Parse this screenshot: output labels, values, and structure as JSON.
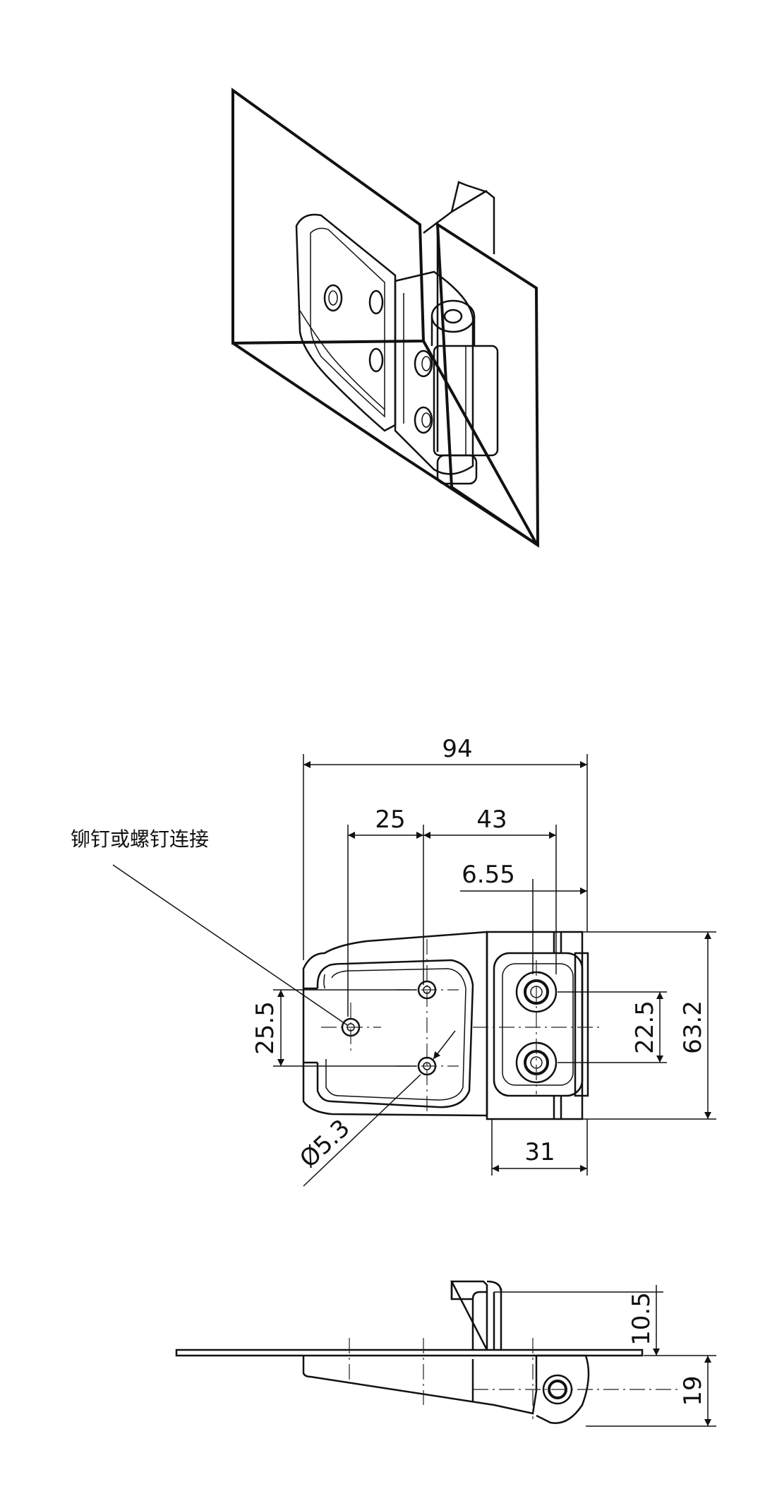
{
  "annotation": {
    "fastening_note": "铆钉或螺钉连接"
  },
  "dimensions": {
    "overall_width": "94",
    "hole_spacing_horizontal": "25",
    "hole_to_pin": "43",
    "pin_offset": "6.55",
    "hole_spacing_vertical_left": "25.5",
    "hole_spacing_vertical_right": "22.5",
    "overall_height": "63.2",
    "hole_diameter": "Ø5.3",
    "knuckle_width": "31",
    "side_rise": "10.5",
    "side_depth": "19"
  },
  "colors": {
    "line": "#111111",
    "background": "#ffffff"
  }
}
